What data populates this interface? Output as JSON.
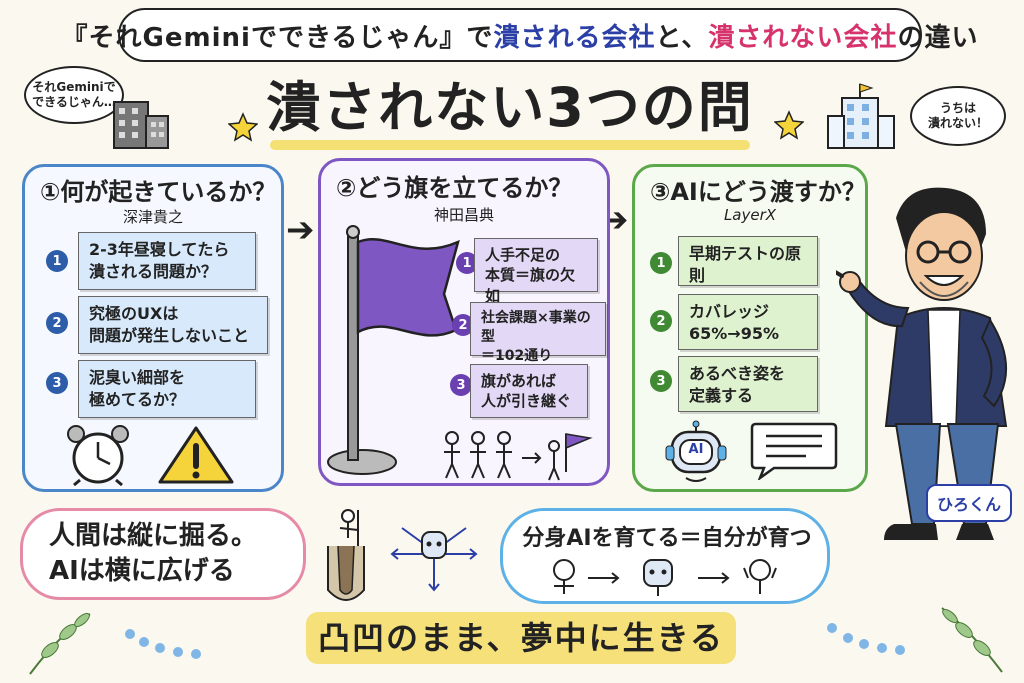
{
  "header": {
    "part1": "『それGeminiでできるじゃん』で",
    "part2": "潰される会社",
    "part3": "と、",
    "part4": "潰されない会社",
    "part5": "の違い"
  },
  "title": "潰されない3つの問い",
  "left_speech": "それGeminiで\nできるじゃん…",
  "right_speech": "うちは\n潰れない！",
  "panels": [
    {
      "heading": "①何が起きているか？",
      "subtitle": "深津貴之",
      "items": [
        {
          "num": "1",
          "text": "2-3年昼寝してたら\n潰される問題か？"
        },
        {
          "num": "2",
          "text": "究極のUXは\n問題が発生しないこと"
        },
        {
          "num": "3",
          "text": "泥臭い細部を\n極めてるか？"
        }
      ]
    },
    {
      "heading": "②どう旗を立てるか？",
      "subtitle": "神田昌典",
      "items": [
        {
          "num": "1",
          "text": "人手不足の\n本質＝旗の欠如"
        },
        {
          "num": "2",
          "text": "社会課題×事業の型\n＝102通り"
        },
        {
          "num": "3",
          "text": "旗があれば\n人が引き継ぐ"
        }
      ]
    },
    {
      "heading": "③AIにどう渡すか？",
      "subtitle": "LayerX",
      "items": [
        {
          "num": "1",
          "text": "早期テストの原則"
        },
        {
          "num": "2",
          "text": "カバレッジ\n65%→95%"
        },
        {
          "num": "3",
          "text": "あるべき姿を\n定義する"
        }
      ]
    }
  ],
  "ai_label": "AI",
  "bottom_left": "人間は縦に掘る。\nAIは横に広げる",
  "bottom_right": "分身AIを育てる＝自分が育つ",
  "bottom_banner": "凸凹のまま、夢中に生きる",
  "name_tag": "ひろくん",
  "colors": {
    "blue": "#4b86c9",
    "purple": "#7e57c2",
    "green": "#5aa84a",
    "pink": "#d6336c",
    "navy": "#2b3fa6",
    "yellow": "#f5e07a"
  }
}
